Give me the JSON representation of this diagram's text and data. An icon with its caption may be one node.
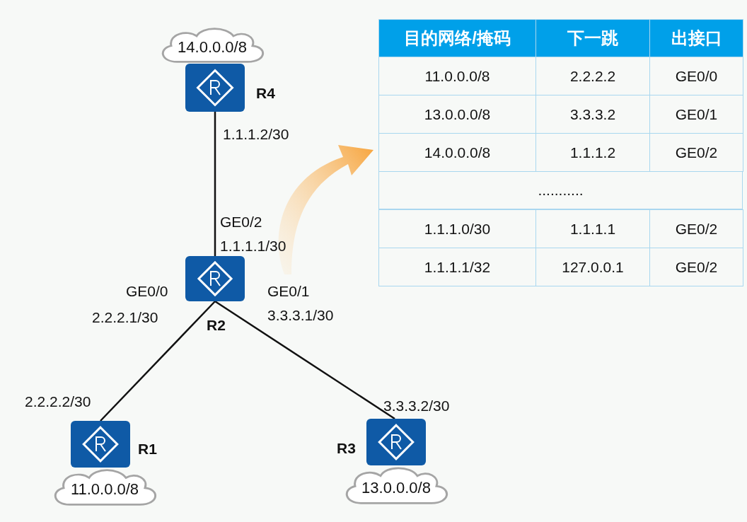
{
  "diagram": {
    "nodes": [
      {
        "text": [
          "14.0.0.0/8"
        ]
      },
      {
        "text": [],
        "shape": "box",
        "beside": [
          "R4"
        ]
      },
      {
        "text": [],
        "shape": "box",
        "beside": [
          "R2"
        ]
      },
      {
        "text": [],
        "shape": "box",
        "beside": [
          "R1"
        ]
      },
      {
        "text": [
          "11.0.0.0/8"
        ]
      },
      {
        "text": [],
        "shape": "box",
        "beside": [
          "R3"
        ]
      },
      {
        "text": [
          "13.0.0.0/8"
        ]
      }
    ],
    "edges": [
      {
        "from": 1,
        "to": 2,
        "arrow": "none"
      },
      {
        "from": 2,
        "to": 3,
        "arrow": "none"
      },
      {
        "from": 2,
        "to": 5,
        "arrow": "none"
      }
    ],
    "labels": [
      "1.1.1.2/30",
      "GE0/2",
      "1.1.1.1/30",
      "GE0/0",
      "2.2.2.1/30",
      "GE0/1",
      "3.3.3.1/30",
      "2.2.2.2/30",
      "3.3.3.2/30",
      "目的网络/掩码",
      "下一跳",
      "出接口",
      "11.0.0.0/8",
      "2.2.2.2",
      "GE0/0",
      "13.0.0.0/8",
      "3.3.3.2",
      "GE0/1",
      "14.0.0.0/8",
      "1.1.1.2",
      "GE0/2",
      "...........",
      "1.1.1.0/30",
      "1.1.1.1",
      "GE0/2",
      "1.1.1.1/32",
      "127.0.0.1",
      "GE0/2"
    ]
  }
}
